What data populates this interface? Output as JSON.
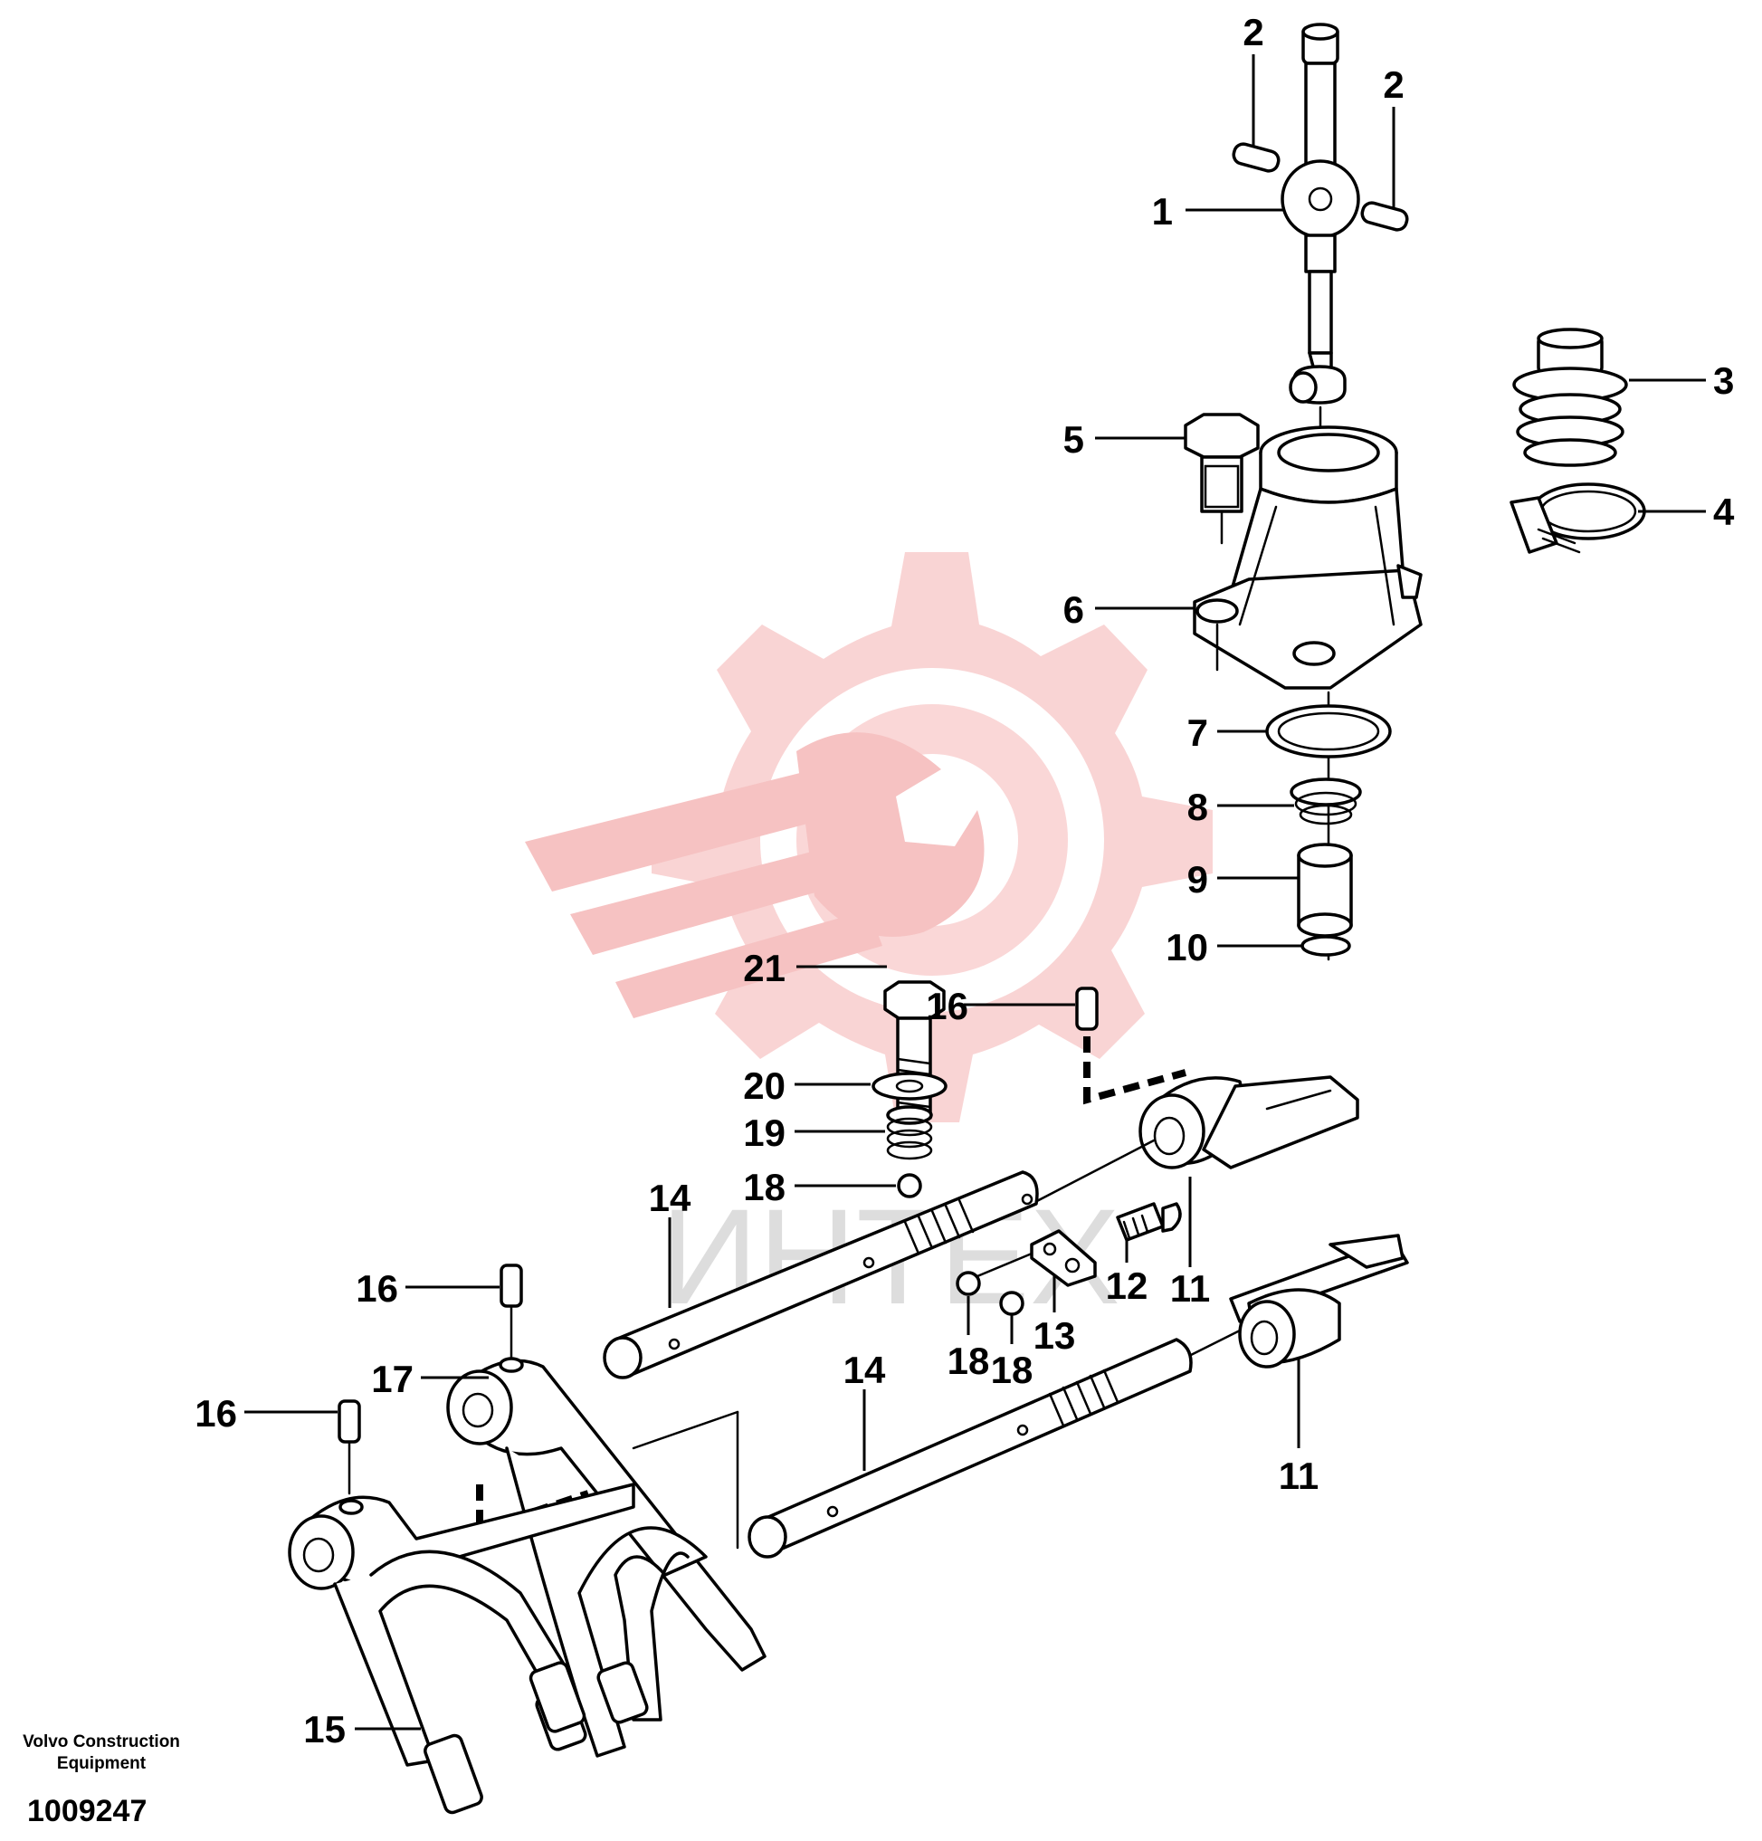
{
  "callouts": [
    {
      "id": "c1",
      "text": "1"
    },
    {
      "id": "c2a",
      "text": "2"
    },
    {
      "id": "c2b",
      "text": "2"
    },
    {
      "id": "c3",
      "text": "3"
    },
    {
      "id": "c4",
      "text": "4"
    },
    {
      "id": "c5",
      "text": "5"
    },
    {
      "id": "c6",
      "text": "6"
    },
    {
      "id": "c7",
      "text": "7"
    },
    {
      "id": "c8",
      "text": "8"
    },
    {
      "id": "c9",
      "text": "9"
    },
    {
      "id": "c10",
      "text": "10"
    },
    {
      "id": "c11a",
      "text": "11"
    },
    {
      "id": "c11b",
      "text": "11"
    },
    {
      "id": "c12",
      "text": "12"
    },
    {
      "id": "c13",
      "text": "13"
    },
    {
      "id": "c14a",
      "text": "14"
    },
    {
      "id": "c14b",
      "text": "14"
    },
    {
      "id": "c15",
      "text": "15"
    },
    {
      "id": "c16a",
      "text": "16"
    },
    {
      "id": "c16b",
      "text": "16"
    },
    {
      "id": "c16c",
      "text": "16"
    },
    {
      "id": "c17",
      "text": "17"
    },
    {
      "id": "c18a",
      "text": "18"
    },
    {
      "id": "c18b",
      "text": "18"
    },
    {
      "id": "c18c",
      "text": "18"
    },
    {
      "id": "c19",
      "text": "19"
    },
    {
      "id": "c20",
      "text": "20"
    },
    {
      "id": "c21",
      "text": "21"
    }
  ],
  "caption": {
    "maker_line1": "Volvo Construction",
    "maker_line2": "Equipment",
    "drawing_number": "1009247"
  },
  "watermark": {
    "text": "ИНТЕХ",
    "color": "#f7c9c9"
  }
}
